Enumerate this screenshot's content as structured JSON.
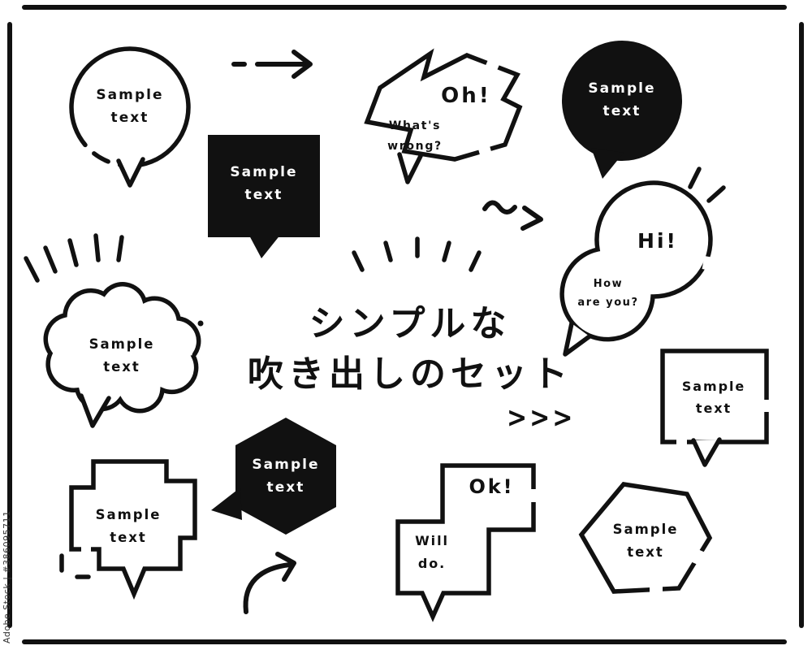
{
  "watermark": {
    "text": "Adobe Stock | #386095711"
  },
  "title": {
    "line1": "シンプルな",
    "line2": "吹き出しのセット"
  },
  "bubbles": {
    "circle_outline": {
      "line1": "Sample",
      "line2": "text"
    },
    "zigzag": {
      "headline": "Oh!",
      "line1": "What's",
      "line2": "wrong?"
    },
    "black_circle": {
      "line1": "Sample",
      "line2": "text"
    },
    "black_square": {
      "line1": "Sample",
      "line2": "text"
    },
    "cloud": {
      "line1": "Sample",
      "line2": "text"
    },
    "double_circle": {
      "headline": "Hi!",
      "line1": "How",
      "line2": "are you?"
    },
    "square_outline": {
      "line1": "Sample",
      "line2": "text"
    },
    "stepped": {
      "line1": "Sample",
      "line2": "text"
    },
    "black_hexagon": {
      "line1": "Sample",
      "line2": "text"
    },
    "ok": {
      "headline": "Ok!",
      "line1": "Will",
      "line2": "do."
    },
    "hexagon_outline": {
      "line1": "Sample",
      "line2": "text"
    }
  },
  "decor": {
    "chevrons": ">>>"
  },
  "colors": {
    "ink": "#111111",
    "paper": "#ffffff"
  }
}
